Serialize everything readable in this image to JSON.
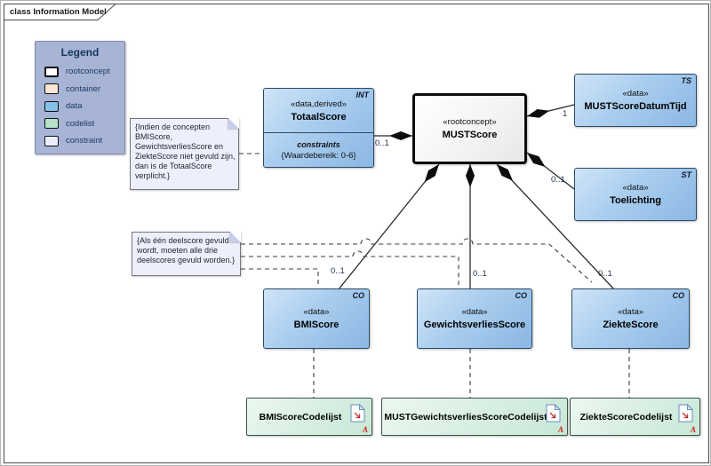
{
  "frame": {
    "title": "class Information Model"
  },
  "legend": {
    "title": "Legend",
    "items": [
      {
        "label": "rootconcept",
        "color": "#ffffff"
      },
      {
        "label": "container",
        "color": "#f7e7d4"
      },
      {
        "label": "data",
        "color": "#89c0ea"
      },
      {
        "label": "codelist",
        "color": "#b5e2c9"
      },
      {
        "label": "constraint",
        "color": "#eceefb"
      }
    ]
  },
  "notes": [
    {
      "text": "{Indien de concepten BMIScore, GewichtsverliesScore en ZiekteScore niet gevuld zijn, dan is de TotaalScore verplicht.}"
    },
    {
      "text": "{Als één deelscore gevuld wordt, moeten alle drie deelscores gevuld worden.}"
    }
  ],
  "classes": {
    "totaalscore": {
      "type_abbrev": "INT",
      "stereotype": "«data,derived»",
      "name": "TotaalScore",
      "constraints_label": "constraints",
      "constraints_value": "{Waardebereik: 0-6}"
    },
    "mustscore": {
      "stereotype": "«rootconcept»",
      "name": "MUSTScore"
    },
    "mustscoredatumtijd": {
      "type_abbrev": "TS",
      "stereotype": "«data»",
      "name": "MUSTScoreDatumTijd"
    },
    "toelichting": {
      "type_abbrev": "ST",
      "stereotype": "«data»",
      "name": "Toelichting"
    },
    "bmiscore": {
      "type_abbrev": "CO",
      "stereotype": "«data»",
      "name": "BMIScore"
    },
    "gewichtsverliesscore": {
      "type_abbrev": "CO",
      "stereotype": "«data»",
      "name": "GewichtsverliesScore"
    },
    "ziektescore": {
      "type_abbrev": "CO",
      "stereotype": "«data»",
      "name": "ZiekteScore"
    }
  },
  "codelists": [
    {
      "name": "BMIScoreCodelijst",
      "marker": "A"
    },
    {
      "name": "MUSTGewichtsverliesScoreCodelijst",
      "marker": "A"
    },
    {
      "name": "ZiekteScoreCodelijst",
      "marker": "A"
    }
  ],
  "multiplicities": {
    "totaalscore": "0..1",
    "datumtijd": "1",
    "toelichting": "0..1",
    "bmiscore": "0..1",
    "gewichtsverliesscore": "0..1",
    "ziektescore": "0..1"
  },
  "colors": {
    "data_fill": "#89c0ea",
    "codelist_fill": "#b5e2c9",
    "constraint_fill": "#eceefb",
    "container_fill": "#f7e7d4",
    "legend_bg": "#a7b4d6",
    "marker_red": "#d42020",
    "connector": "#2b2b2b"
  }
}
